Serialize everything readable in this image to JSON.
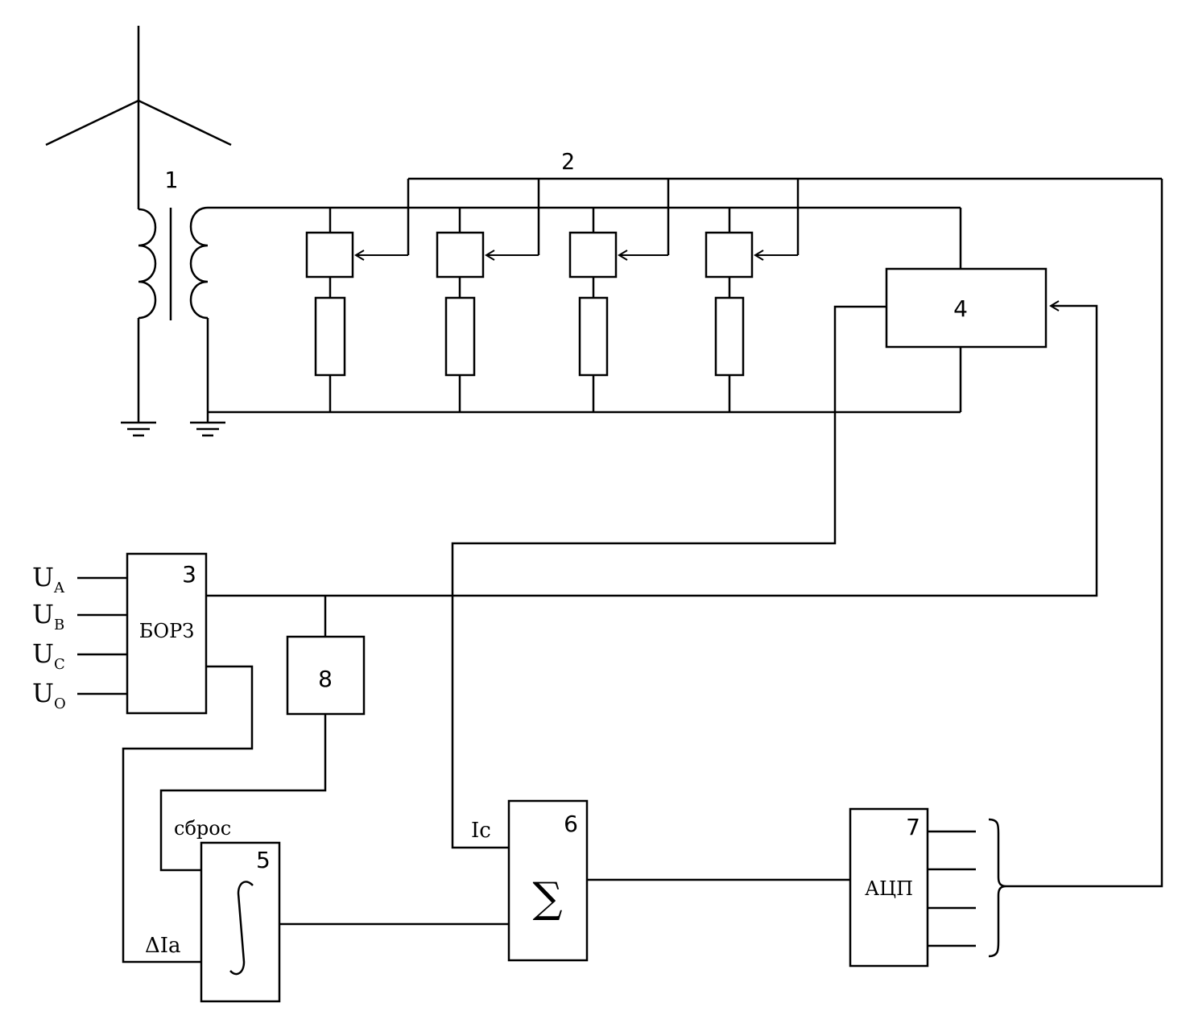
{
  "labels": {
    "transformer": "1",
    "bus": "2",
    "block3_num": "3",
    "block3_name": "БОРЗ",
    "block4_num": "4",
    "block5_num": "5",
    "block6_num": "6",
    "block7_num": "7",
    "block7_name": "АЦП",
    "block8_num": "8",
    "reset": "сброс",
    "delta_ia": "ΔIa",
    "ic": "Ic",
    "sum_symbol": "∑"
  },
  "inputs": [
    {
      "base": "U",
      "sub": "A"
    },
    {
      "base": "U",
      "sub": "B"
    },
    {
      "base": "U",
      "sub": "C"
    },
    {
      "base": "U",
      "sub": "O"
    }
  ]
}
